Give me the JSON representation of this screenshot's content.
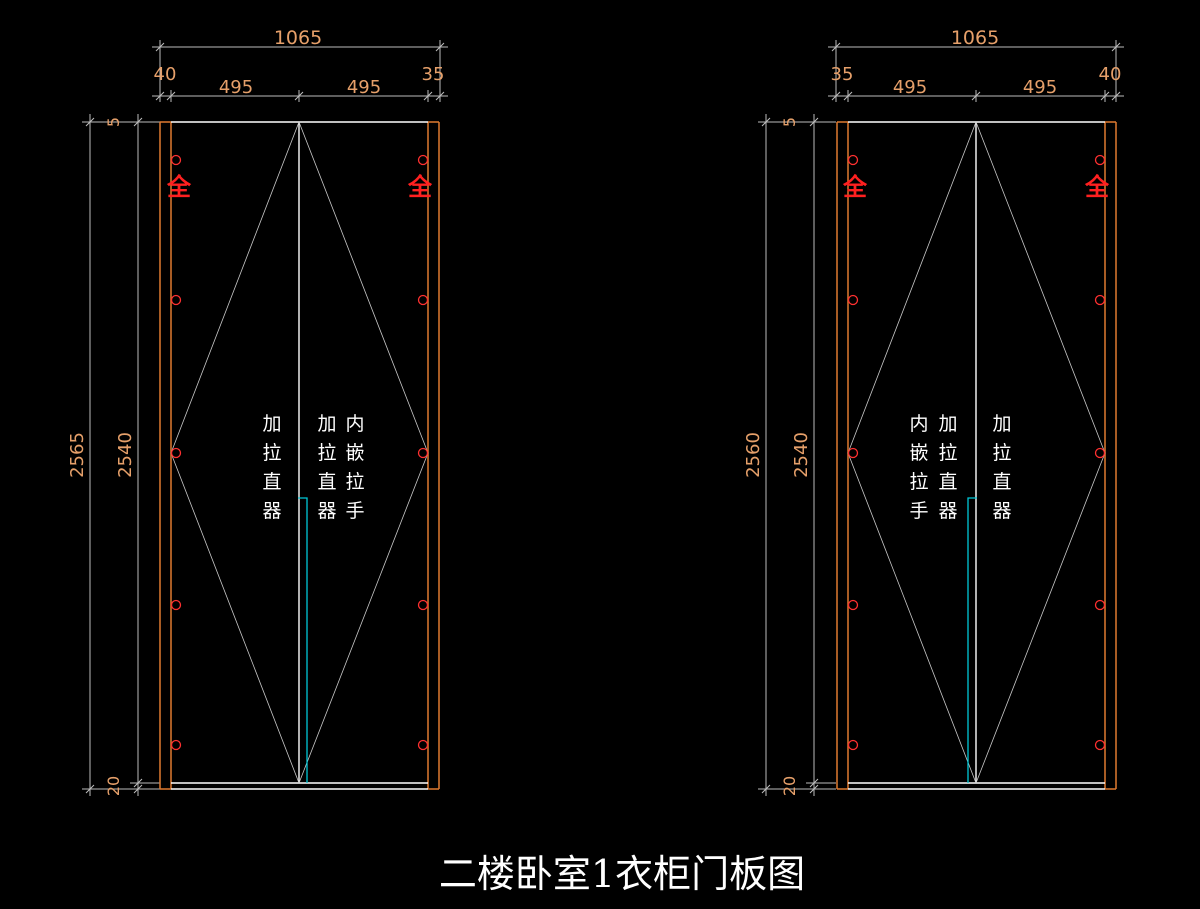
{
  "title": "二楼卧室1衣柜门板图",
  "colors": {
    "background": "#000000",
    "dimension_text": "#e6a06a",
    "panel_edge": "#e07a30",
    "door_outline": "#ffffff",
    "open_line": "#c8c8c8",
    "hinge": "#ff3030",
    "handle": "#00c8d8",
    "label": "#ffffff"
  },
  "left_elevation": {
    "overall_width": "1065",
    "edge_left": "40",
    "door_left": "495",
    "door_right": "495",
    "edge_right": "35",
    "overall_height": "2565",
    "door_height": "2540",
    "top_gap": "5",
    "bottom_gap": "20",
    "mark_left": "全",
    "mark_right": "全",
    "note_left": [
      "加",
      "拉",
      "直",
      "器"
    ],
    "note_mid": [
      "加",
      "拉",
      "直",
      "器"
    ],
    "note_right": [
      "内",
      "嵌",
      "拉",
      "手"
    ]
  },
  "right_elevation": {
    "overall_width": "1065",
    "edge_left": "35",
    "door_left": "495",
    "door_right": "495",
    "edge_right": "40",
    "overall_height": "2560",
    "door_height": "2540",
    "top_gap": "5",
    "bottom_gap": "20",
    "mark_left": "全",
    "mark_right": "全",
    "note_left": [
      "内",
      "嵌",
      "拉",
      "手"
    ],
    "note_mid": [
      "加",
      "拉",
      "直",
      "器"
    ],
    "note_right": [
      "加",
      "拉",
      "直",
      "器"
    ]
  }
}
